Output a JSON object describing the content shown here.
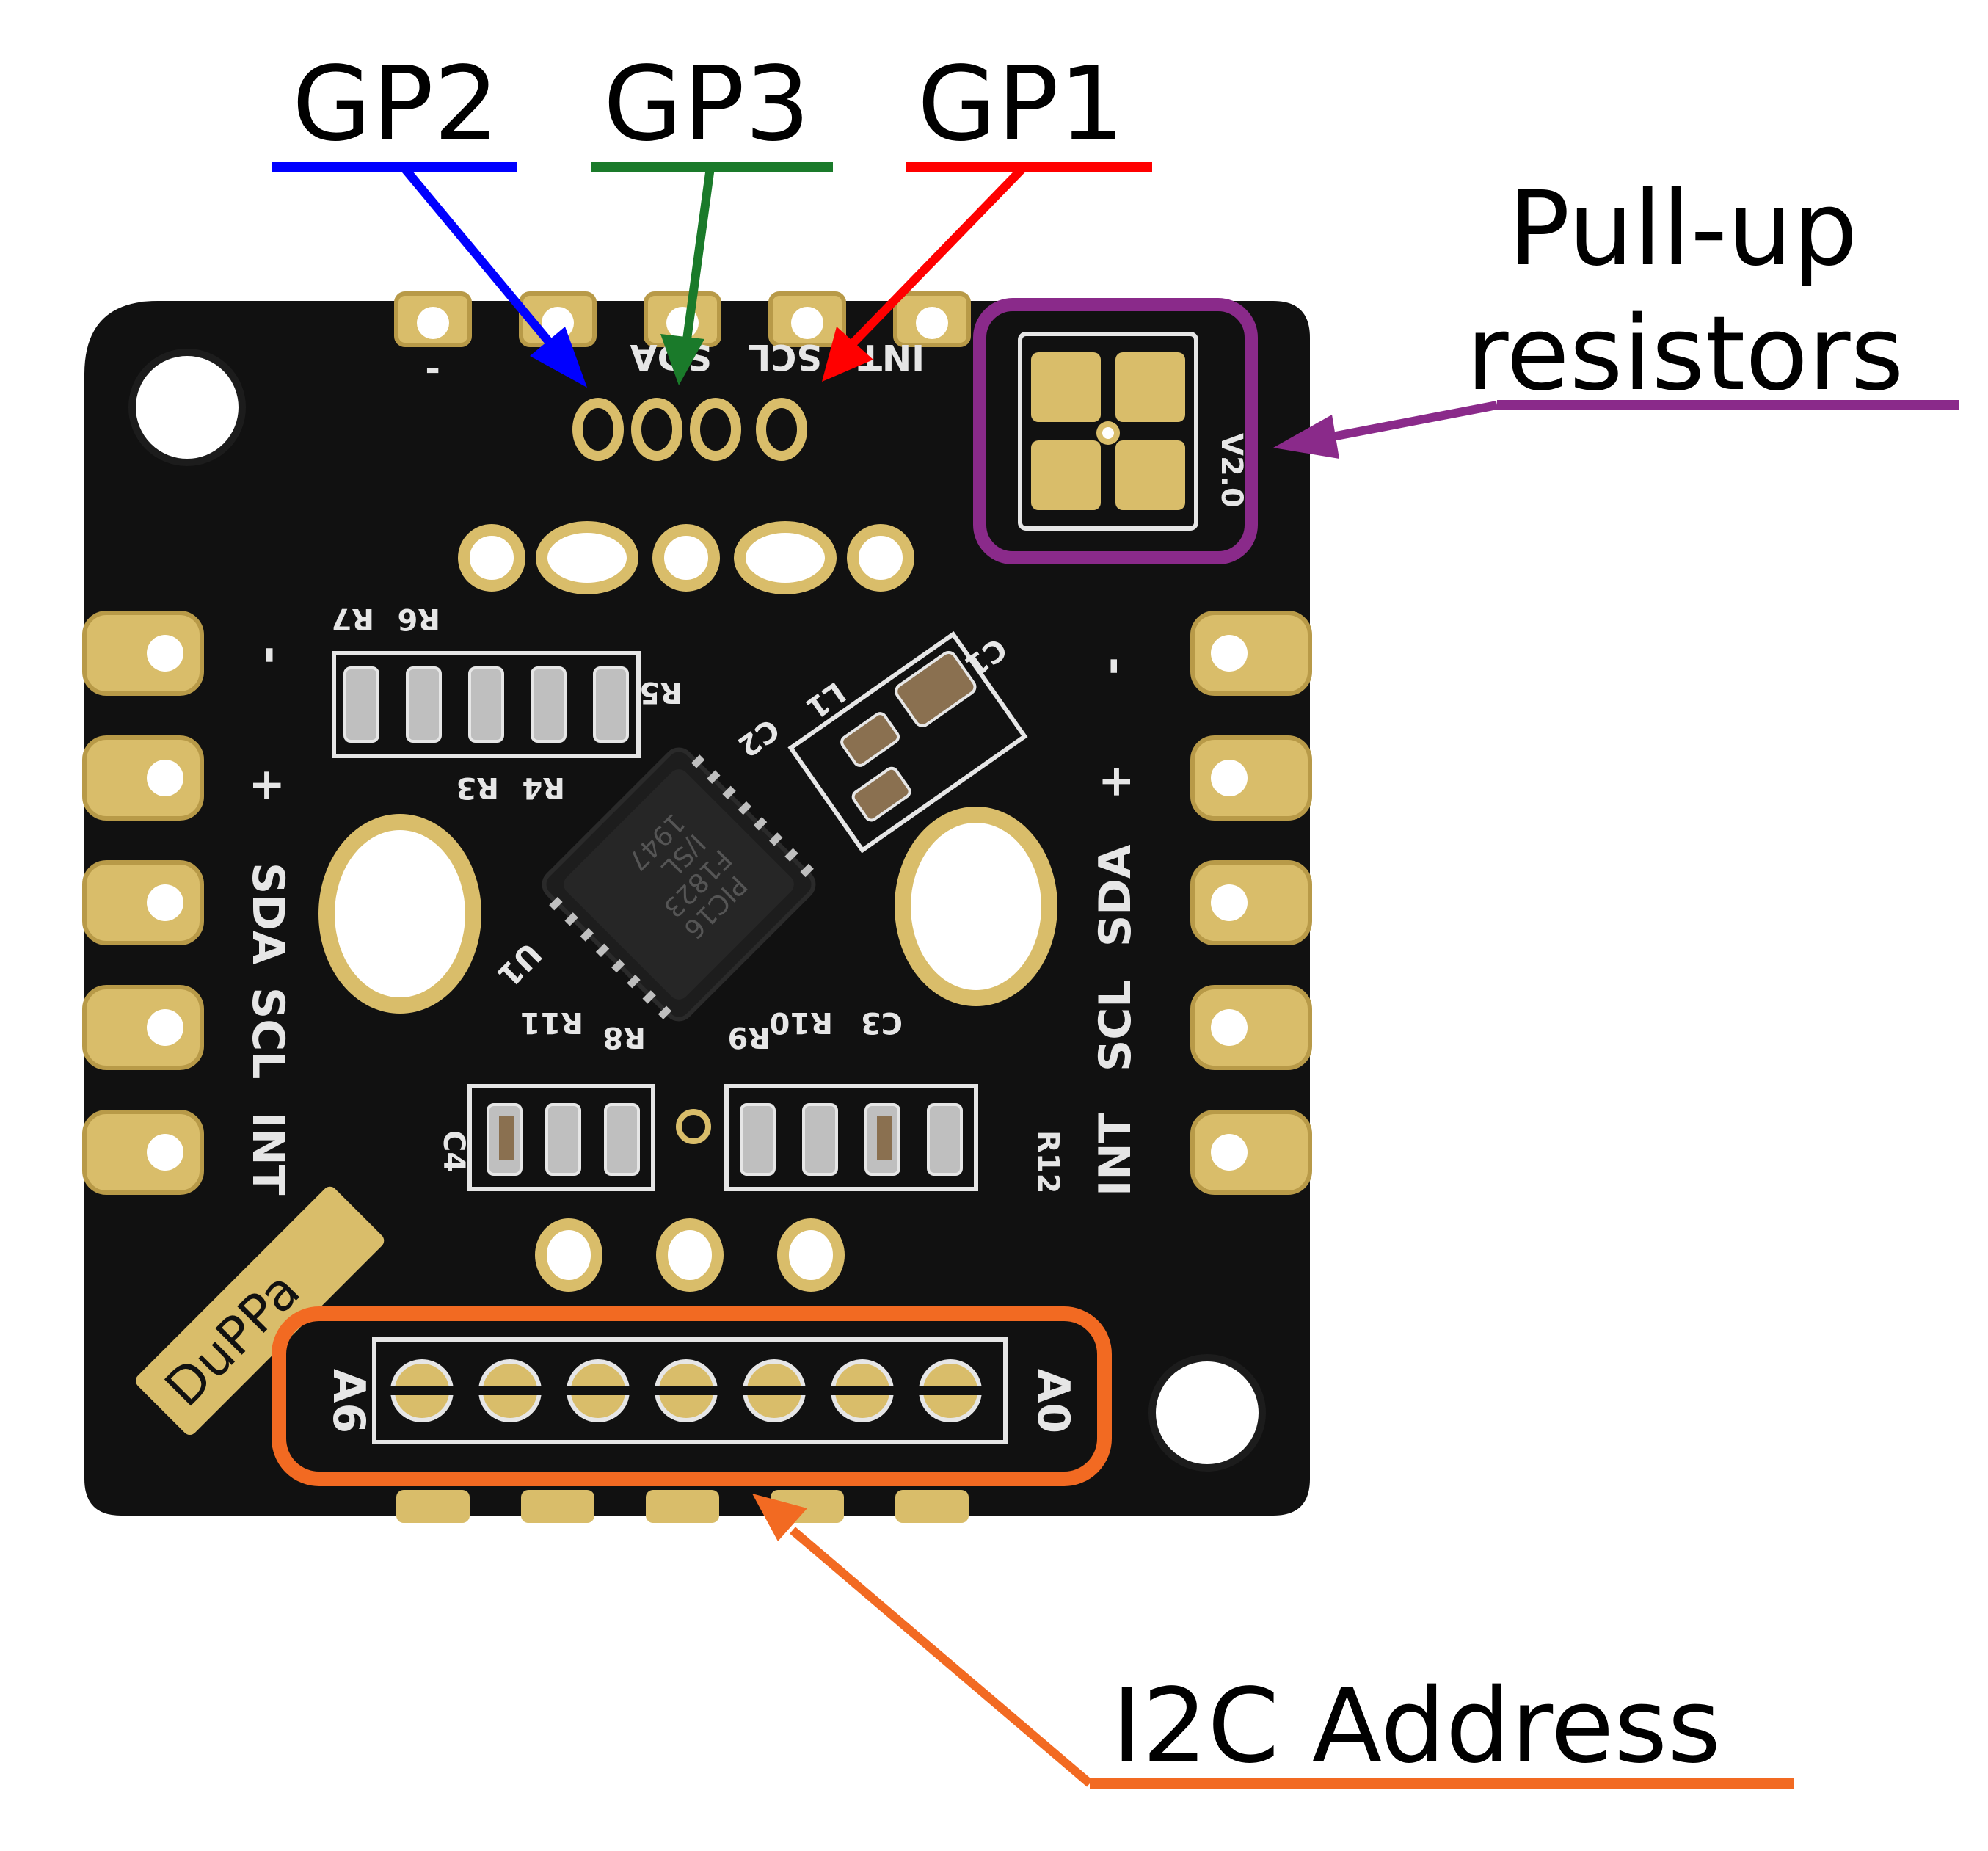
{
  "callouts": {
    "gp2": {
      "label": "GP2",
      "color": "#0000ff"
    },
    "gp3": {
      "label": "GP3",
      "color": "#1a7a2a"
    },
    "gp1": {
      "label": "GP1",
      "color": "#ff0000"
    },
    "pullup": {
      "line1": "Pull-up",
      "line2": "resistors",
      "color": "#8a2a8a"
    },
    "i2c": {
      "label": "I2C Address",
      "color": "#f26a22"
    }
  },
  "board": {
    "top_header": {
      "minus": "-",
      "sda": "SDA",
      "scl": "SCL",
      "int": "INT"
    },
    "left_edge": {
      "minus": "-",
      "plus": "+",
      "sda": "SDA",
      "scl": "SCL",
      "int": "INT"
    },
    "right_edge": {
      "minus": "-",
      "plus": "+",
      "sda": "SDA",
      "scl": "SCL",
      "int": "INT"
    },
    "resistors_top": [
      "R7",
      "R6",
      "R5",
      "R3",
      "R4"
    ],
    "caps_top": [
      "C1",
      "C2",
      "L1"
    ],
    "chip": {
      "ref": "U1",
      "line1": "PIC16",
      "line2": "F1823",
      "line3": "I/SL",
      "line4": "1947"
    },
    "resistors_bottom": [
      "R11",
      "R8",
      "R9",
      "R10",
      "C3",
      "C4",
      "R12"
    ],
    "address_left": "A6",
    "address_right": "A0",
    "version": "V2.0",
    "brand": "DuPPa"
  },
  "colors": {
    "pcb": "#111111",
    "gold": "#d9bd6a",
    "silkscreen": "#e6e6e6"
  }
}
